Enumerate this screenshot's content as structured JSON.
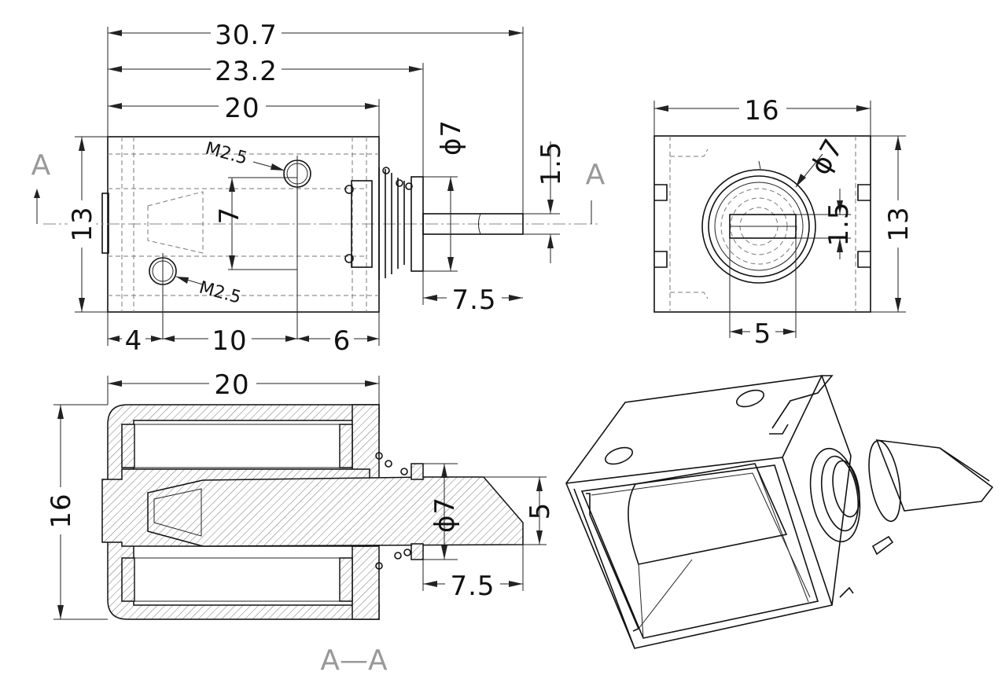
{
  "front_view": {
    "dims": {
      "overall_length": "30.7",
      "body_plunger_length": "23.2",
      "body_length": "20",
      "height": "13",
      "plunger_dia": "ϕ7",
      "pin_offset": "1.5",
      "hole_spacing_v": "7",
      "stroke": "7.5",
      "hole_pos_1": "4",
      "hole_pos_2": "10",
      "hole_pos_3": "6"
    },
    "thread_top": "M2.5",
    "thread_bottom": "M2.5",
    "section_mark_left": "A",
    "section_mark_right": "A"
  },
  "side_view": {
    "dims": {
      "width": "16",
      "height": "13",
      "plunger_dia": "ϕ7",
      "flat_offset": "1.5",
      "flat_width": "5"
    }
  },
  "section_view": {
    "dims": {
      "body_length": "20",
      "height": "16",
      "plunger_dia": "ϕ7",
      "tip_width": "5",
      "stroke": "7.5"
    },
    "label": "A—A"
  }
}
